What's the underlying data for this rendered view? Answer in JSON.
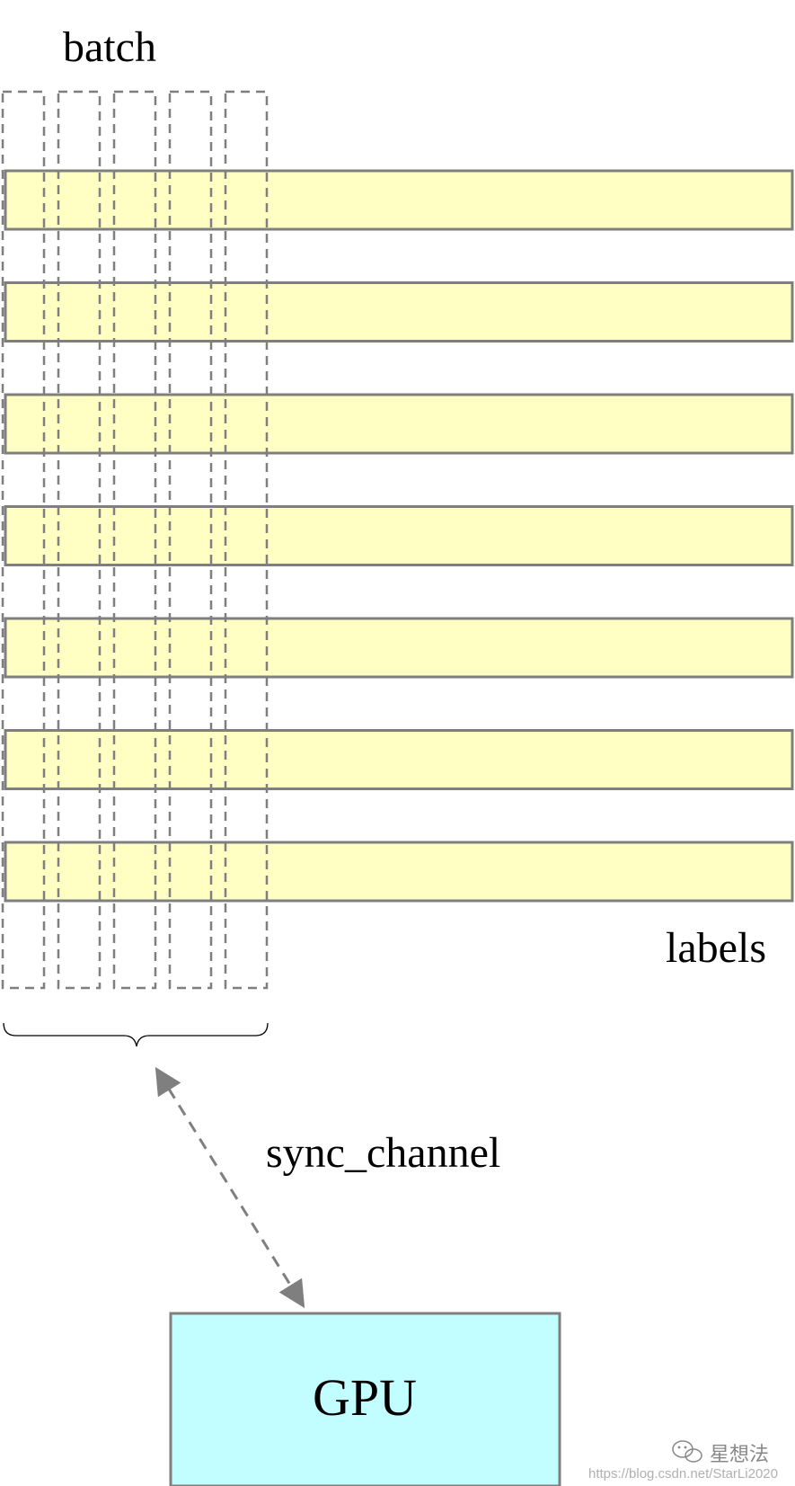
{
  "labels": {
    "batch": "batch",
    "labels": "labels",
    "sync_channel": "sync_channel",
    "gpu": "GPU"
  },
  "watermark": {
    "brand": "星想法",
    "url": "https://blog.csdn.net/StarLi2020",
    "icon": "wechat-icon"
  },
  "colors": {
    "label_bar_fill": "#ffffc4",
    "gpu_fill": "#c2feff",
    "stroke": "#7f7f7f",
    "text": "#000000"
  },
  "diagram": {
    "label_bars": 7,
    "batch_columns": 5
  }
}
